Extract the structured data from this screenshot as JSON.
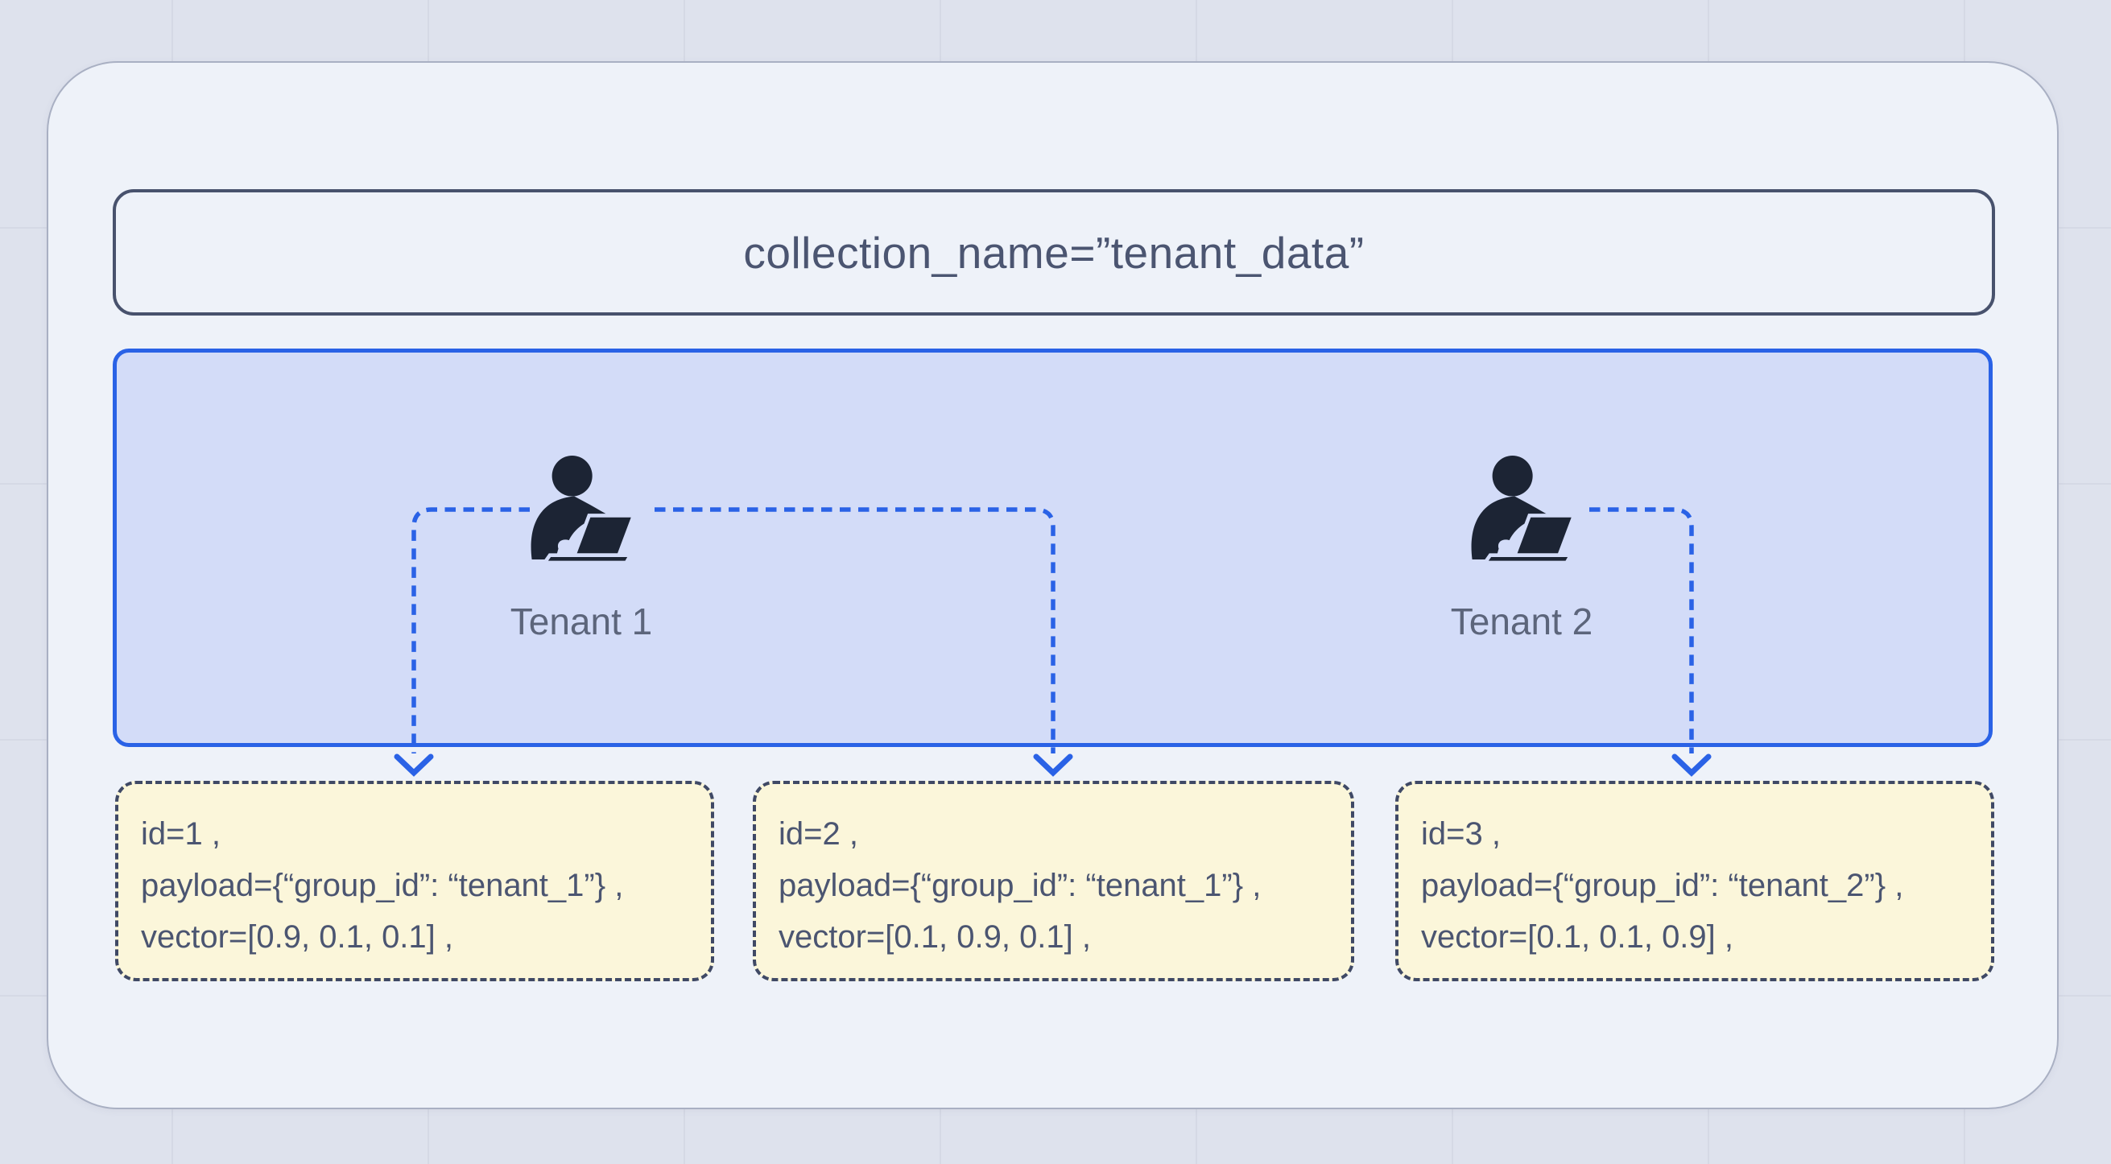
{
  "collection_box": {
    "text": "collection_name=”tenant_data”"
  },
  "tenants": {
    "items": [
      {
        "label": "Tenant 1"
      },
      {
        "label": "Tenant 2"
      }
    ]
  },
  "points": {
    "boxes": [
      {
        "lines": [
          "id=1 ,",
          "payload={“group_id”: “tenant_1”} ,",
          "vector=[0.9, 0.1, 0.1] ,"
        ]
      },
      {
        "lines": [
          "id=2 ,",
          "payload={“group_id”: “tenant_1”} ,",
          "vector=[0.1, 0.9, 0.1] ,"
        ]
      },
      {
        "lines": [
          "id=3 ,",
          "payload={“group_id”: “tenant_2”} ,",
          "vector=[0.1, 0.1, 0.9] ,"
        ]
      }
    ]
  },
  "icons": {
    "tenant_icon": "person-at-laptop-icon",
    "arrow_icon": "dashed-arrow-down"
  },
  "colors": {
    "accent_blue": "#2a62e6",
    "tenant_zone_fill": "#d3dcf8",
    "point_box_fill": "#fbf6da",
    "dark_border": "#48526d",
    "text_dark": "#4b5571",
    "label_gray": "#5c657b",
    "icon_navy": "#1c2434",
    "frame_fill": "#eef2f9",
    "page_bg": "#dee2ed"
  }
}
